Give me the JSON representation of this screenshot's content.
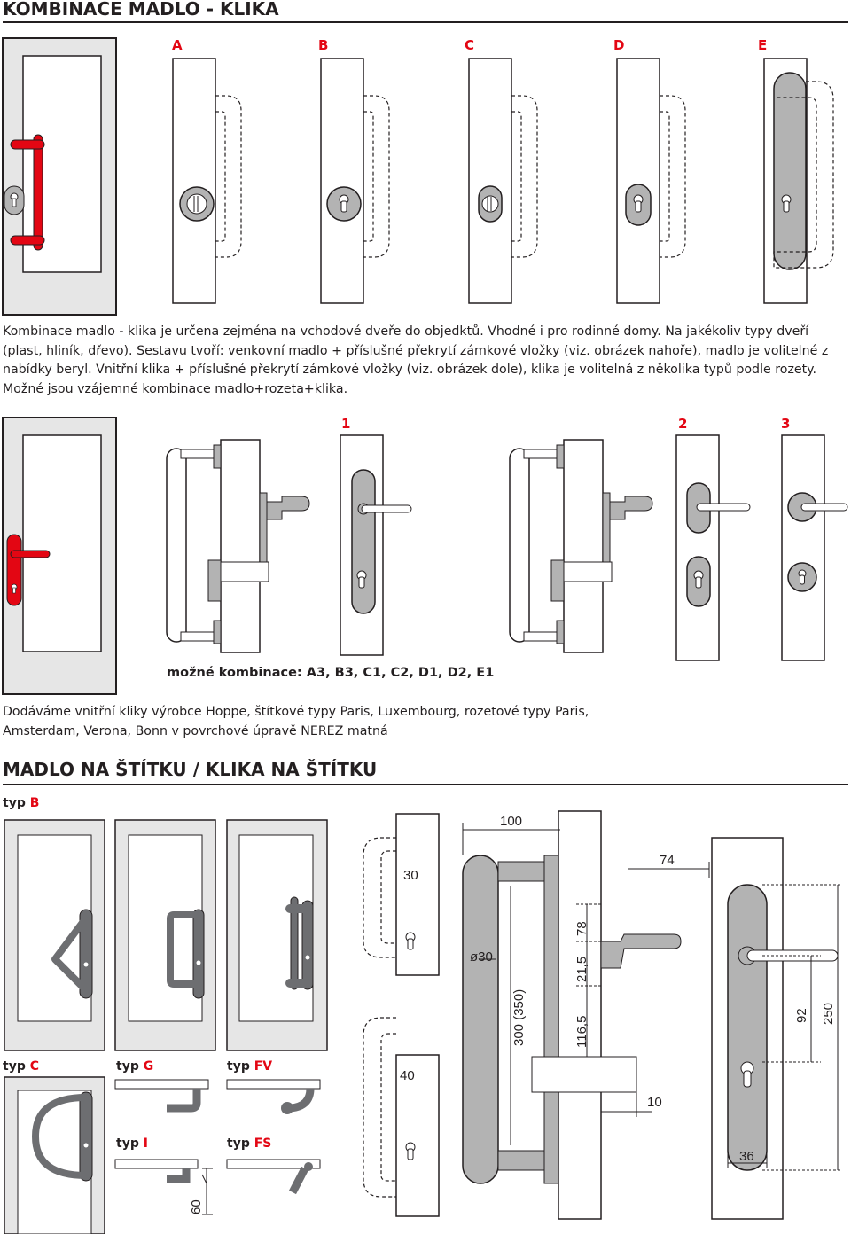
{
  "section1": {
    "title": "KOMBINACE MADLO - KLIKA",
    "variants": [
      "A",
      "B",
      "C",
      "D",
      "E"
    ],
    "paragraph": [
      "Kombinace madlo - klika je určena zejména na vchodové dveře do objedktů. Vhodné i pro rodinné domy. Na jakékoliv typy dveří",
      "(plast, hliník, dřevo). Sestavu tvoří: venkovní madlo + příslušné překrytí zámkové vložky (viz. obrázek nahoře), madlo je volitelné z",
      "nabídky beryl. Vnitřní klika + příslušné překrytí zámkové vložky (viz. obrázek dole), klika je volitelná z několika typů podle rozety.",
      "Možné jsou vzájemné kombinace madlo+rozeta+klika."
    ],
    "lever_variants": [
      "1",
      "2",
      "3"
    ],
    "combinations_label": "možné kombinace:",
    "combinations_value": "A3, B3, C1, C2, D1, D2, E1",
    "supply_text": [
      "Dodáváme vnitřní kliky výrobce  Hoppe, štítkové typy Paris, Luxembourg, rozetové typy Paris,",
      "Amsterdam, Verona, Bonn v povrchové úpravě NEREZ matná"
    ]
  },
  "section2": {
    "title": "MADLO NA ŠTÍTKU / KLIKA NA ŠTÍTKU",
    "types": [
      {
        "prefix": "typ",
        "code": "B"
      },
      {
        "prefix": "typ",
        "code": "C"
      },
      {
        "prefix": "typ",
        "code": "G"
      },
      {
        "prefix": "typ",
        "code": "FV"
      },
      {
        "prefix": "typ",
        "code": "I"
      },
      {
        "prefix": "typ",
        "code": "FS"
      }
    ],
    "dimensions": {
      "d30": "30",
      "d40": "40",
      "d60": "60",
      "d100": "100",
      "d74": "74",
      "d_dia30": "ø30",
      "d300": "300 (350)",
      "d78": "78",
      "d21_5": "21,5",
      "d116_5": "116,5",
      "d10": "10",
      "d92": "92",
      "d250": "250",
      "d36": "36"
    }
  },
  "colors": {
    "accent": "#e30613",
    "ink": "#231f20",
    "door": "#e6e6e6",
    "metal": "#b3b3b3"
  }
}
